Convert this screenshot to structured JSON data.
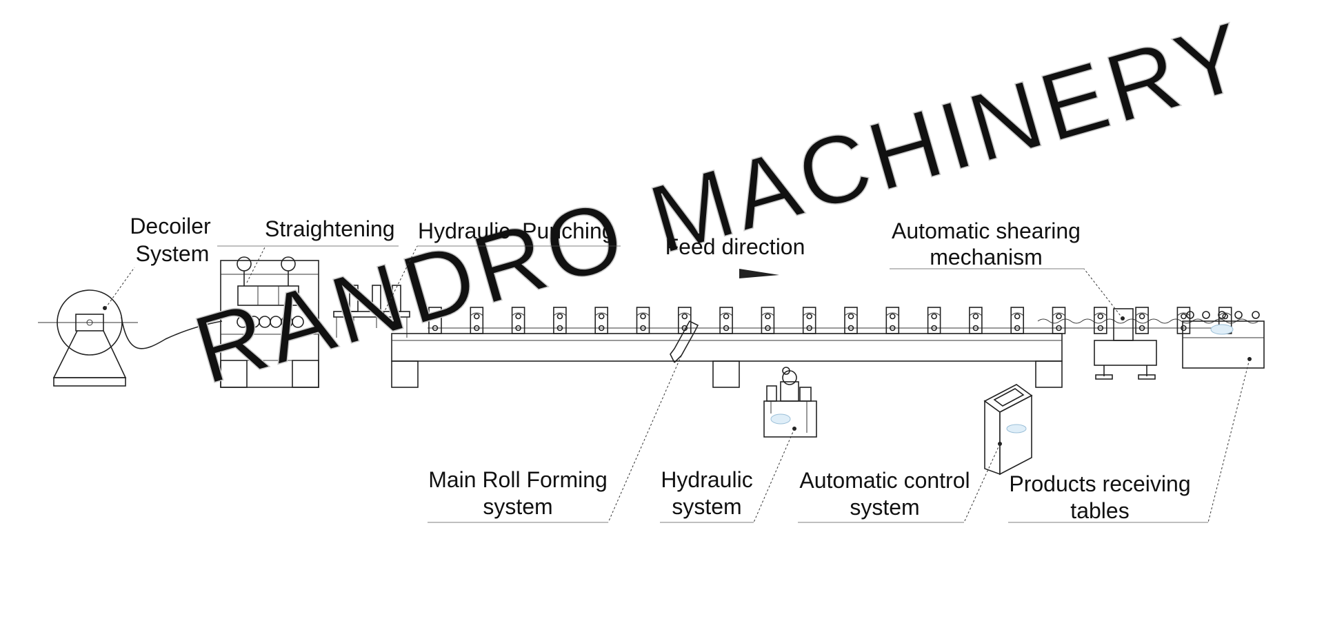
{
  "diagram": {
    "watermark": "RANDRO MACHINERY",
    "labels": {
      "decoiler_line1": "Decoiler",
      "decoiler_line2": "System",
      "straightening": "Straightening",
      "hydraulic_punching": "Hydraulic  Punching",
      "feed_direction": "Feed direction",
      "shearing_line1": "Automatic shearing",
      "shearing_line2": "mechanism",
      "main_roll_line1": "Main Roll Forming",
      "main_roll_line2": "system",
      "hydraulic_line1": "Hydraulic",
      "hydraulic_line2": "system",
      "control_line1": "Automatic control",
      "control_line2": "system",
      "receiving_line1": "Products receiving",
      "receiving_line2": "tables"
    }
  }
}
